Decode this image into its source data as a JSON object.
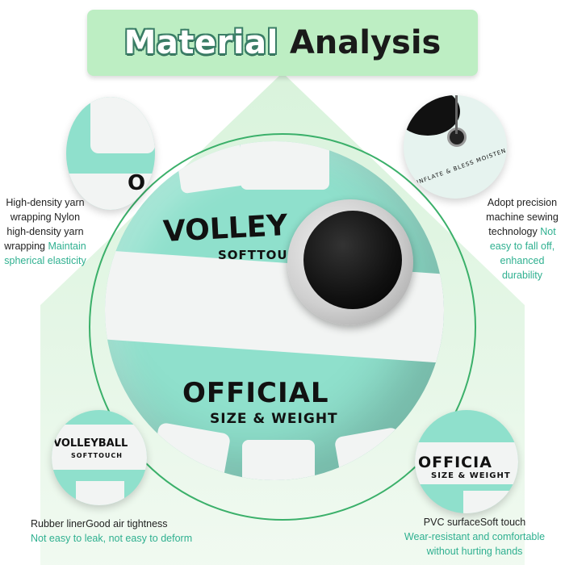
{
  "title": {
    "part1": "Material",
    "part2": "Analysis"
  },
  "ball": {
    "brand": "VOLLEY",
    "subbrand": "SOFTTOU",
    "official": "OFFICIAL",
    "size_weight": "SIZE & WEIGHT"
  },
  "details": {
    "top_left": {
      "letter": "O"
    },
    "top_right": {
      "needle_text": "INFLATE & BLESS MOISTEN NEEDLE"
    },
    "bottom_left": {
      "brand": "VOLLEYBALL",
      "subbrand": "SOFTTOUCH"
    },
    "bottom_right": {
      "official": "OFFICIA",
      "size_weight": "SIZE & WEIGHT"
    }
  },
  "captions": {
    "left": {
      "text": "High-density yarn wrapping Nylon high-density yarn wrapping",
      "highlight": "Maintain spherical elasticity"
    },
    "right": {
      "text": "Adopt precision machine sewing technology",
      "highlight": "Not easy to fall off, enhanced durability"
    },
    "bottom_left": {
      "text": "Rubber linerGood air tightness",
      "highlight": "Not easy to leak, not easy to deform"
    },
    "bottom_right": {
      "text": "PVC surfaceSoft touch",
      "highlight": "Wear-resistant and comfortable without hurting hands"
    }
  },
  "colors": {
    "mint": "#8fe0cc",
    "banner": "#bdeec3",
    "highlight": "#2fb090",
    "ring": "#3bb06a"
  }
}
